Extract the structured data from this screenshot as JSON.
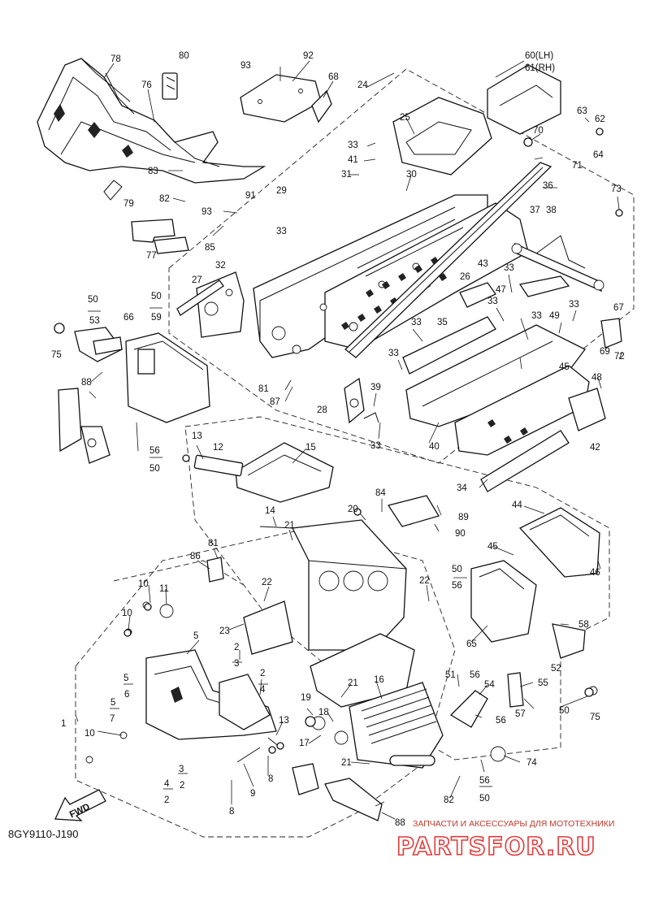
{
  "diagram": {
    "code": "8GY9110-J190",
    "fwd_label": "FWD",
    "callouts": [
      "1",
      "2",
      "3",
      "4",
      "5",
      "6",
      "7",
      "8",
      "9",
      "10",
      "11",
      "12",
      "13",
      "14",
      "15",
      "16",
      "17",
      "18",
      "19",
      "20",
      "21",
      "22",
      "23",
      "24",
      "25",
      "26",
      "27",
      "28",
      "29",
      "30",
      "31",
      "32",
      "33",
      "34",
      "35",
      "36",
      "37",
      "38",
      "39",
      "40",
      "41",
      "42",
      "43",
      "44",
      "45",
      "46",
      "47",
      "48",
      "49",
      "50",
      "51",
      "52",
      "53",
      "54",
      "55",
      "56",
      "57",
      "58",
      "59",
      "60(LH)",
      "61(RH)",
      "62",
      "63",
      "64",
      "65",
      "66",
      "67",
      "68",
      "69",
      "70",
      "71",
      "72",
      "73",
      "74",
      "75",
      "76",
      "77",
      "78",
      "79",
      "80",
      "81",
      "82",
      "83",
      "84",
      "85",
      "86",
      "87",
      "88",
      "89",
      "90",
      "91",
      "92",
      "93"
    ]
  },
  "watermark": {
    "tagline": "ЗАПЧАСТИ И АКСЕССУАРЫ ДЛЯ МОТОТЕХНИКИ",
    "brand": "PARTSFOR.RU",
    "color": "#e23b3b"
  }
}
